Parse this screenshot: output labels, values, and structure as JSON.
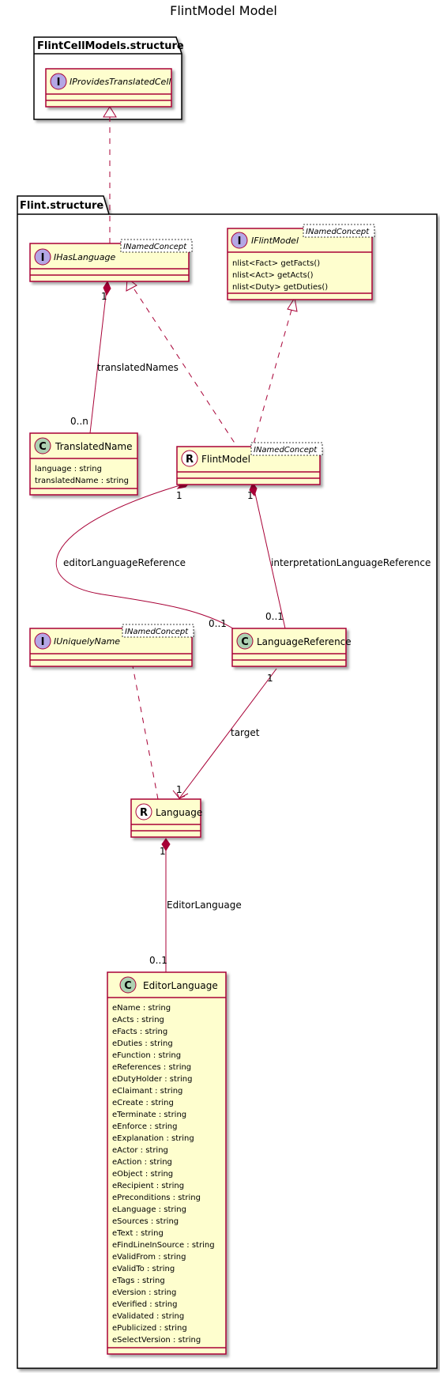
{
  "diagram_title": "FlintModel Model",
  "packages": {
    "cell": {
      "name": "FlintCellModels.structure"
    },
    "flint": {
      "name": "Flint.structure"
    }
  },
  "classes": {
    "provides": {
      "name": "IProvidesTranslatedCell",
      "stereo": "I",
      "generic": "",
      "attrs": []
    },
    "haslang": {
      "name": "IHasLanguage",
      "stereo": "I",
      "generic": "INamedConcept",
      "attrs": []
    },
    "iflint": {
      "name": "IFlintModel",
      "stereo": "I",
      "generic": "INamedConcept",
      "attrs": [
        "nlist<Fact> getFacts()",
        "nlist<Act> getActs()",
        "nlist<Duty> getDuties()"
      ]
    },
    "transname": {
      "name": "TranslatedName",
      "stereo": "C",
      "generic": "",
      "attrs": [
        "language : string",
        "translatedName : string"
      ]
    },
    "flintmodel": {
      "name": "FlintModel",
      "stereo": "R",
      "generic": "INamedConcept",
      "attrs": []
    },
    "iunique": {
      "name": "IUniquelyName",
      "stereo": "I",
      "generic": "INamedConcept",
      "attrs": []
    },
    "langref": {
      "name": "LanguageReference",
      "stereo": "C",
      "generic": "",
      "attrs": []
    },
    "language": {
      "name": "Language",
      "stereo": "R",
      "generic": "",
      "attrs": []
    },
    "editorlang": {
      "name": "EditorLanguage",
      "stereo": "C",
      "generic": "",
      "attrs": [
        "eName : string",
        "eActs : string",
        "eFacts : string",
        "eDuties : string",
        "eFunction : string",
        "eReferences : string",
        "eDutyHolder : string",
        "eClaimant : string",
        "eCreate : string",
        "eTerminate : string",
        "eEnforce : string",
        "eExplanation : string",
        "eActor : string",
        "eAction : string",
        "eObject : string",
        "eRecipient : string",
        "ePreconditions : string",
        "eLanguage : string",
        "eSources : string",
        "eText : string",
        "eFindLineInSource : string",
        "eValidFrom : string",
        "eValidTo : string",
        "eTags : string",
        "eVersion : string",
        "eVerified : string",
        "eValidated : string",
        "ePublicized : string",
        "eSelectVersion : string"
      ]
    }
  },
  "relations": {
    "translatedNames": {
      "label": "translatedNames",
      "from_mult": "1",
      "to_mult": "0..n"
    },
    "editorLanguageReference": {
      "label": "editorLanguageReference",
      "from_mult": "1",
      "to_mult": "0..1"
    },
    "interpretationLanguageReference": {
      "label": "interpretationLanguageReference",
      "from_mult": "1",
      "to_mult": "0..1"
    },
    "target": {
      "label": "target",
      "from_mult": "1",
      "to_mult": "1"
    },
    "EditorLanguage": {
      "label": "EditorLanguage",
      "from_mult": "1",
      "to_mult": "0..1"
    }
  },
  "colors": {
    "class_fill": "#FEFECE",
    "class_border": "#A80036",
    "interface_spot": "#B4A7E5",
    "class_spot": "#ADD1B2",
    "r_spot": "#FFFFFF"
  }
}
